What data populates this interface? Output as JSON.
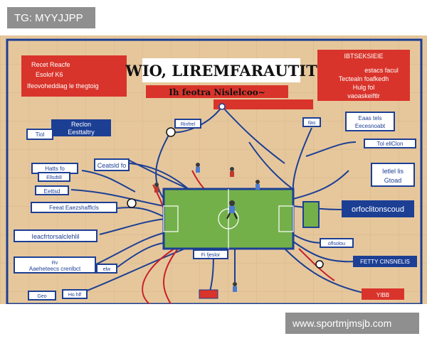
{
  "watermark_top": "TG: MYYJJPP",
  "watermark_bottom": "www.sportmjmsjb.com",
  "poster": {
    "title": "WIO, LIREMFARAUTIT",
    "subtitle": "Ih feotra Nislelcoo~",
    "red_left_lines": [
      "Recet  Reacfe",
      "Esolof  K6",
      "Ifeovoheddiag le thegtoig"
    ],
    "red_right_lines": [
      "IBTSEKSIEIE",
      "estacs facul",
      "Tectealn foafkedh",
      "Hulg fol",
      "vaoaskeiftlr"
    ],
    "labels": [
      "Reclon",
      "Eesttaltry",
      "Tiol",
      "Ceatsld fo",
      "Hatts fo",
      "Ellsdtill",
      "Feeat Eaezshafflcls",
      "Ieacfrtorsalclehlil",
      "Rv",
      "Aaeheteecs crenlbct",
      "elw",
      "Ho hlf",
      "Geo",
      "Rinfrel",
      "Ilas",
      "Eaas tels",
      "Eecesnoabt",
      "Tol ellClon",
      "Ietlel lis",
      "Gtoad",
      "orfoclitonscoud",
      "oflsolou",
      "FETTY CINSNELIS",
      "YIBB",
      "Fi fjeslor",
      "Eettsd"
    ]
  }
}
